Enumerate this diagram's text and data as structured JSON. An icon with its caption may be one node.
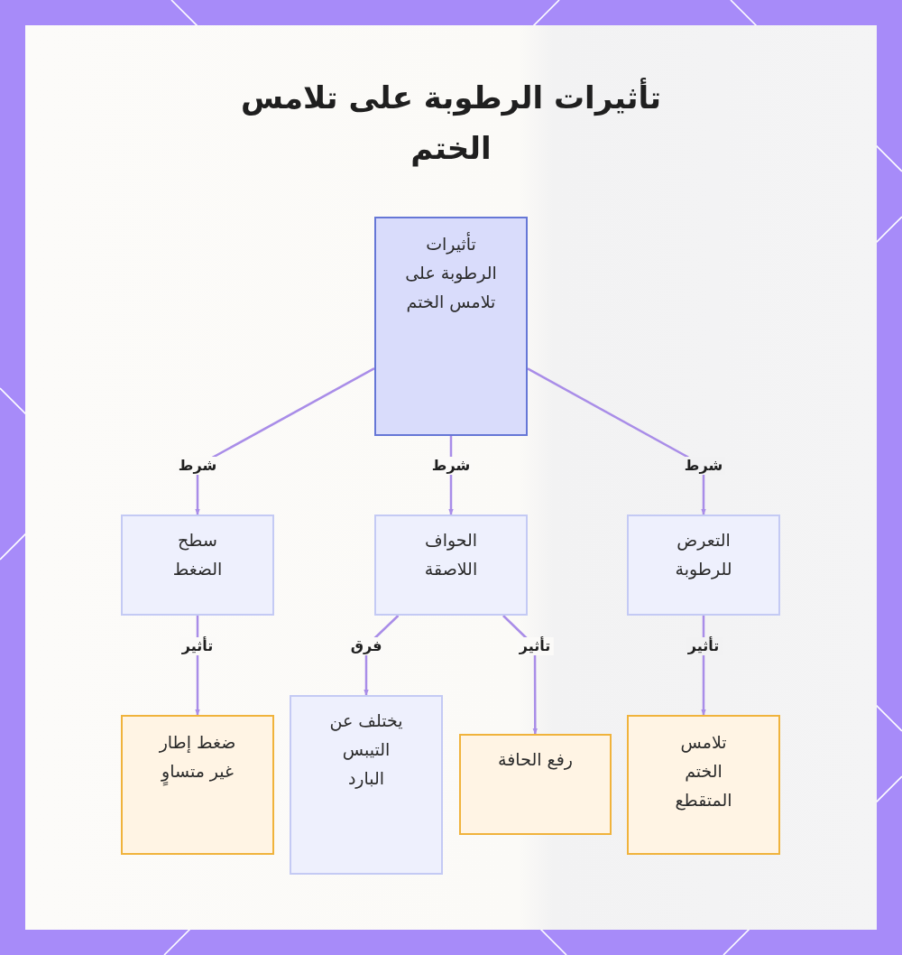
{
  "diagram": {
    "title": "تأثيرات الرطوبة على تلامس الختم",
    "nodes": [
      {
        "text": [
          "تأثيرات الرطوبة على تلامس الختم"
        ]
      },
      {
        "text": [
          "التعرض للرطوبة"
        ]
      },
      {
        "text": [
          "الحواف اللاصقة"
        ]
      },
      {
        "text": [
          "سطح الضغط"
        ]
      },
      {
        "text": [
          "تلامس الختم المتقطع"
        ]
      },
      {
        "text": [
          "رفع الحافة"
        ]
      },
      {
        "text": [
          "يختلف عن التيبس البارد"
        ]
      },
      {
        "text": [
          "ضغط إطار غير متساوٍ"
        ]
      }
    ],
    "edges": [
      {
        "from": 0,
        "to": 1,
        "arrow": "to",
        "label": "شرط"
      },
      {
        "from": 0,
        "to": 2,
        "arrow": "to",
        "label": "شرط"
      },
      {
        "from": 0,
        "to": 3,
        "arrow": "to",
        "label": "شرط"
      },
      {
        "from": 1,
        "to": 4,
        "arrow": "to",
        "label": "تأثير"
      },
      {
        "from": 2,
        "to": 5,
        "arrow": "to",
        "label": "تأثير"
      },
      {
        "from": 2,
        "to": 6,
        "arrow": "to",
        "label": "فرق"
      },
      {
        "from": 3,
        "to": 7,
        "arrow": "to",
        "label": "تأثير"
      }
    ]
  }
}
